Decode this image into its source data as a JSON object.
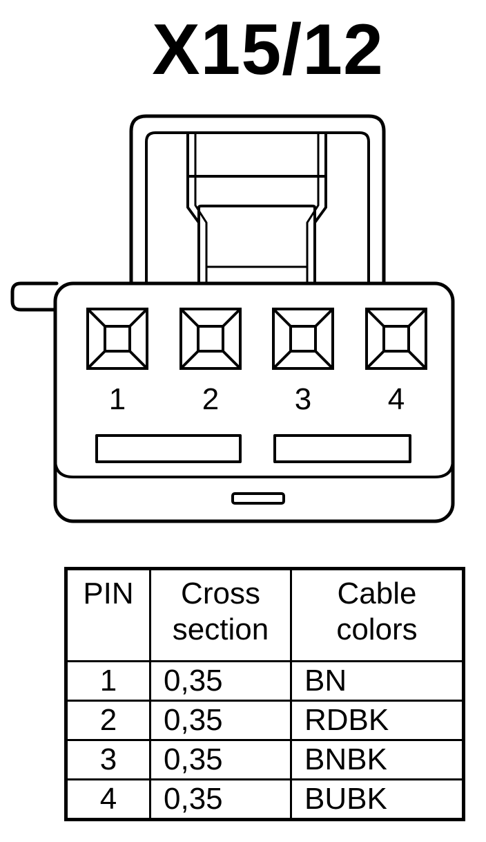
{
  "title": "X15/12",
  "pin_labels": [
    "1",
    "2",
    "3",
    "4"
  ],
  "table": {
    "headers": [
      {
        "lines": [
          "PIN"
        ]
      },
      {
        "lines": [
          "Cross",
          "section"
        ]
      },
      {
        "lines": [
          "Cable",
          "colors"
        ]
      }
    ],
    "rows": [
      {
        "pin": "1",
        "cross_section": "0,35",
        "color": "BN"
      },
      {
        "pin": "2",
        "cross_section": "0,35",
        "color": "RDBK"
      },
      {
        "pin": "3",
        "cross_section": "0,35",
        "color": "BNBK"
      },
      {
        "pin": "4",
        "cross_section": "0,35",
        "color": "BUBK"
      }
    ]
  }
}
